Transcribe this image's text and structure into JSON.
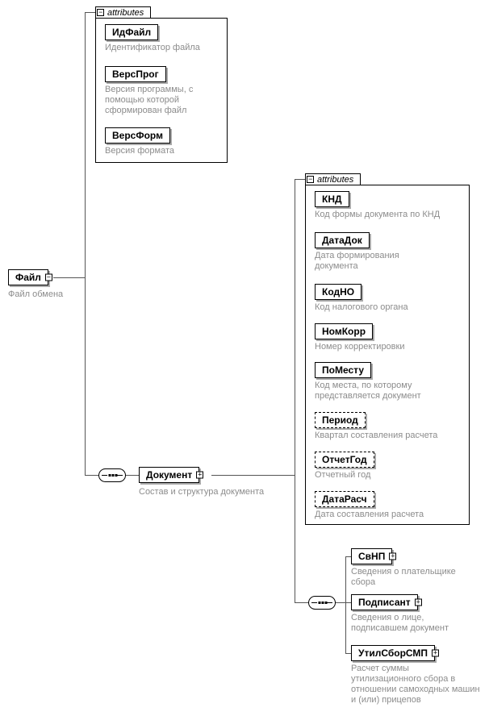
{
  "glyphs": {
    "expanded": "−",
    "collapsed": "+"
  },
  "root": {
    "name": "Файл",
    "description": "Файл обмена"
  },
  "file_attributes": {
    "label": "attributes",
    "items": [
      {
        "name": "ИдФайл",
        "description": "Идентификатор файла",
        "optional": false
      },
      {
        "name": "ВерсПрог",
        "description": "Версия программы, с помощью которой сформирован файл",
        "optional": false
      },
      {
        "name": "ВерсФорм",
        "description": "Версия формата",
        "optional": false
      }
    ]
  },
  "document": {
    "name": "Документ",
    "description": "Состав и структура документа"
  },
  "document_attributes": {
    "label": "attributes",
    "items": [
      {
        "name": "КНД",
        "description": "Код формы документа по КНД",
        "optional": false
      },
      {
        "name": "ДатаДок",
        "description": "Дата формирования документа",
        "optional": false
      },
      {
        "name": "КодНО",
        "description": "Код налогового органа",
        "optional": false
      },
      {
        "name": "НомКорр",
        "description": "Номер корректировки",
        "optional": false
      },
      {
        "name": "ПоМесту",
        "description": "Код места, по которому представляется документ",
        "optional": false
      },
      {
        "name": "Период",
        "description": "Квартал составления расчета",
        "optional": true
      },
      {
        "name": "ОтчетГод",
        "description": "Отчетный год",
        "optional": true
      },
      {
        "name": "ДатаРасч",
        "description": "Дата составления расчета",
        "optional": true
      }
    ]
  },
  "document_children": [
    {
      "name": "СвНП",
      "description": "Сведения о плательщике сбора"
    },
    {
      "name": "Подписант",
      "description": "Сведения о лице, подписавшем документ"
    },
    {
      "name": "УтилСборСМП",
      "description": "Расчет суммы утилизационного сбора в отношении самоходных машин и (или) прицепов"
    }
  ]
}
